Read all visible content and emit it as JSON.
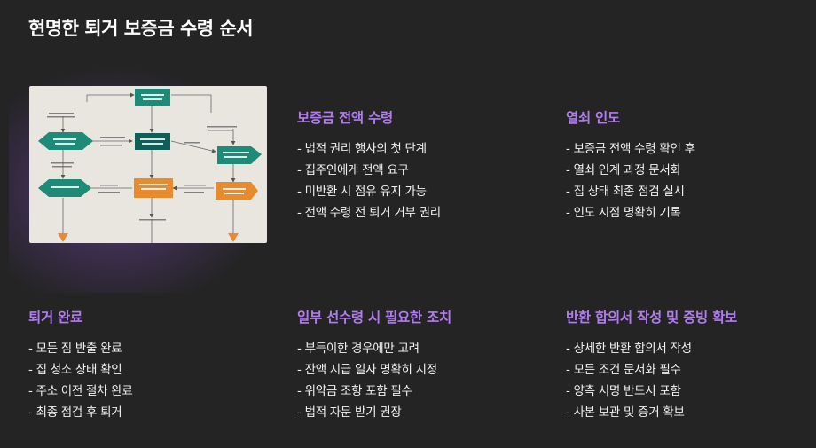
{
  "title": "현명한 퇴거 보증금 수령 순서",
  "sections": [
    {
      "heading": "보증금 전액 수령",
      "items": [
        "법적 권리 행사의 첫 단계",
        "집주인에게 전액 요구",
        "미반환 시 점유 유지 가능",
        "전액 수령 전 퇴거 거부 권리"
      ]
    },
    {
      "heading": "열쇠 인도",
      "items": [
        "보증금 전액 수령 확인 후",
        "열쇠 인계 과정 문서화",
        "집 상태 최종 점검 실시",
        "인도 시점 명확히 기록"
      ]
    },
    {
      "heading": "퇴거 완료",
      "items": [
        "모든 짐 반출 완료",
        "집 청소 상태 확인",
        "주소 이전 절차 완료",
        "최종 점검 후 퇴거"
      ]
    },
    {
      "heading": "일부 선수령 시 필요한 조치",
      "items": [
        "부득이한 경우에만 고려",
        "잔액 지급 일자 명확히 지정",
        "위약금 조항 포함 필수",
        "법적 자문 받기 권장"
      ]
    },
    {
      "heading": "반환 합의서 작성 및 증빙 확보",
      "items": [
        "상세한 반환 합의서 작성",
        "모든 조건 문서화 필수",
        "양측 서명 반드시 포함",
        "사본 보관 및 증거 확보"
      ]
    }
  ],
  "colors": {
    "background": "#242425",
    "heading_accent": "#b27cf0",
    "teal_node": "#1e8a78",
    "orange_node": "#e88a2e"
  }
}
